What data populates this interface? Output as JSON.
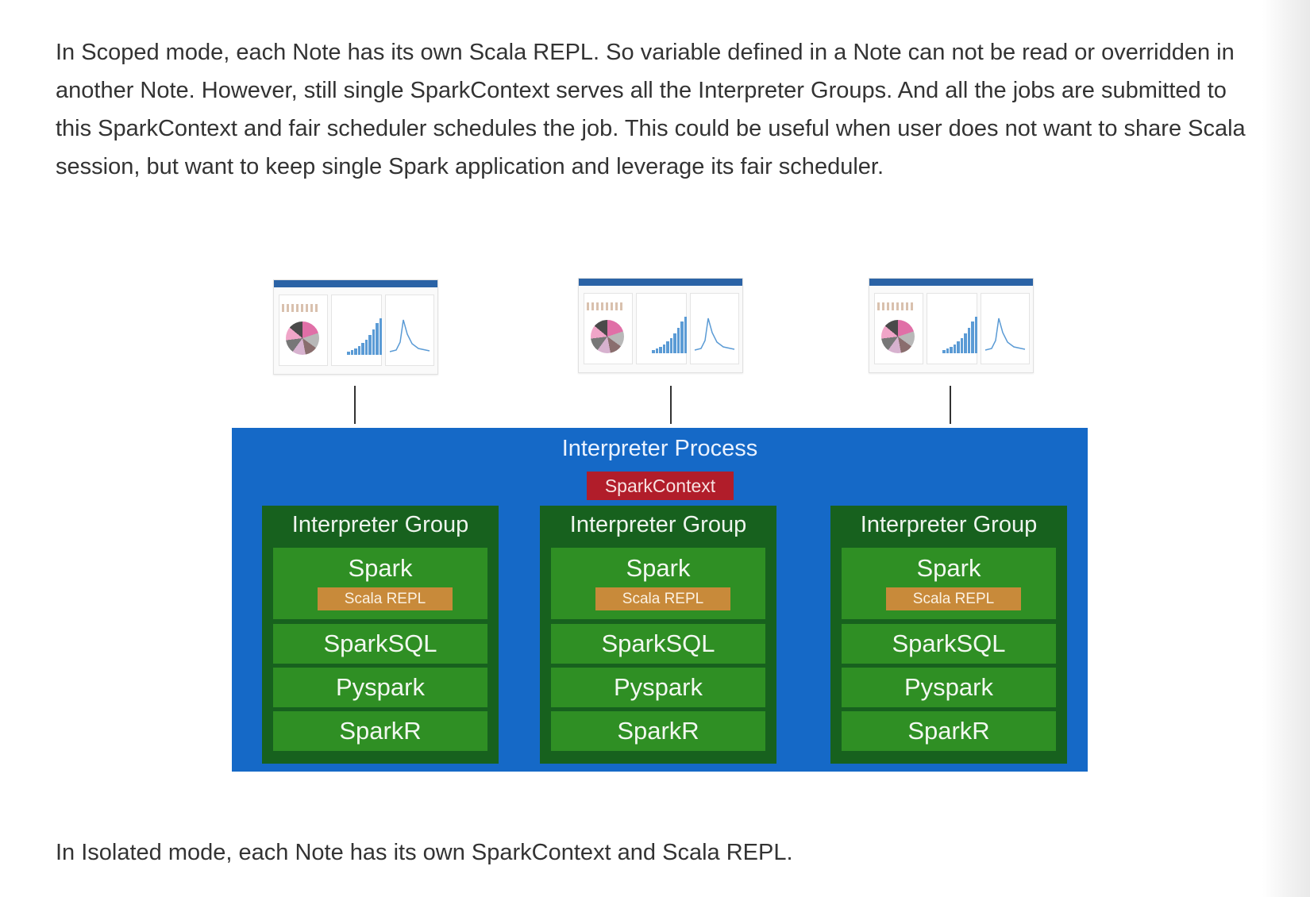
{
  "paragraphs": {
    "scoped": "In Scoped mode, each Note has its own Scala REPL. So variable defined in a Note can not be read or overridden in another Note. However, still single SparkContext serves all the Interpreter Groups. And all the jobs are submitted to this SparkContext and fair scheduler schedules the job. This could be useful when user does not want to share Scala session, but want to keep single Spark application and leverage its fair scheduler.",
    "isolated": "In Isolated mode, each Note has its own SparkContext and Scala REPL."
  },
  "diagram": {
    "process_label": "Interpreter Process",
    "spark_context_label": "SparkContext",
    "groups": [
      {
        "title": "Interpreter Group",
        "spark": "Spark",
        "repl": "Scala REPL",
        "sparksql": "SparkSQL",
        "pyspark": "Pyspark",
        "sparkr": "SparkR"
      },
      {
        "title": "Interpreter Group",
        "spark": "Spark",
        "repl": "Scala REPL",
        "sparksql": "SparkSQL",
        "pyspark": "Pyspark",
        "sparkr": "SparkR"
      },
      {
        "title": "Interpreter Group",
        "spark": "Spark",
        "repl": "Scala REPL",
        "sparksql": "SparkSQL",
        "pyspark": "Pyspark",
        "sparkr": "SparkR"
      }
    ]
  },
  "colors": {
    "process_blue": "#1569c7",
    "spark_context_red": "#b11d2a",
    "group_dark_green": "#17611e",
    "cell_green": "#2f8f24",
    "repl_orange": "#c88a3a"
  }
}
